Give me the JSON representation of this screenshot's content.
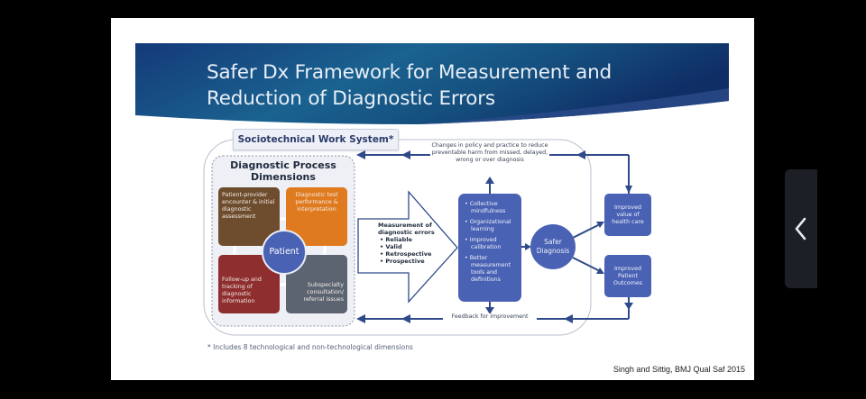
{
  "slide": {
    "title_lines": [
      "Safer Dx Framework for Measurement and",
      "Reduction of Diagnostic Errors"
    ],
    "colors": {
      "banner_dark": "#0f2e66",
      "banner_light": "#1f6f99",
      "accent_blue": "#4a62b4",
      "arrow_blue": "#2f4a8a",
      "quad_brown": "#6e4d2e",
      "quad_orange": "#e07a1e",
      "quad_red": "#8e2e2e",
      "quad_gray": "#5b6470"
    },
    "diagram": {
      "system_tab": "Sociotechnical Work System*",
      "dimensions_title_lines": [
        "Diagnostic Process",
        "Dimensions"
      ],
      "quadrants": [
        {
          "label": "Patient-provider encounter & initial diagnostic assessment"
        },
        {
          "label": "Diagnostic test performance & interpretation"
        },
        {
          "label": "Follow-up and tracking of diagnostic information"
        },
        {
          "label": "Subspecialty consultation/ referral issues"
        }
      ],
      "center_label": "Patient",
      "measurement": {
        "heading": "Measurement of diagnostic errors",
        "bullets": [
          "Reliable",
          "Valid",
          "Retrospective",
          "Prospective"
        ]
      },
      "learning_bullets": [
        "Collective mindfulness",
        "Organizational learning",
        "Improved calibration",
        "Better measurement tools and definitions"
      ],
      "safer_diagnosis": "Safer Diagnosis",
      "outcomes": [
        "Improved value of health care",
        "Improved Patient Outcomes"
      ],
      "policy_feedback": "Changes in policy and practice to reduce preventable harm from missed, delayed, wrong or over diagnosis",
      "improvement_feedback": "Feedback for improvement"
    },
    "footnote": "* Includes 8 technological and non-technological dimensions",
    "citation": "Singh and Sittig, BMJ Qual Saf 2015"
  },
  "viewer": {
    "side_panel_toggle": "chevron-left-icon"
  }
}
